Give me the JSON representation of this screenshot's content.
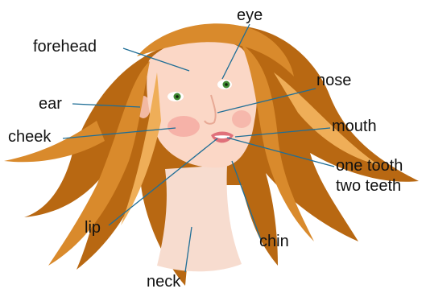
{
  "colors": {
    "hair": "#d98a2c",
    "hair_light": "#efae58",
    "hair_dark": "#b86812",
    "skin": "#fbd7c6",
    "skin_shadow": "#f2b9a2",
    "neck": "#f7dccf",
    "cheek": "#f3a39b",
    "iris": "#3f8a33",
    "lips": "#e0707a",
    "leader_line": "#1f6e96"
  },
  "labels": {
    "forehead": "forehead",
    "eye": "eye",
    "ear": "ear",
    "nose": "nose",
    "cheek": "cheek",
    "mouth": "mouth",
    "one_tooth": "one tooth",
    "two_teeth": "two teeth",
    "lip": "lip",
    "chin": "chin",
    "neck": "neck"
  }
}
